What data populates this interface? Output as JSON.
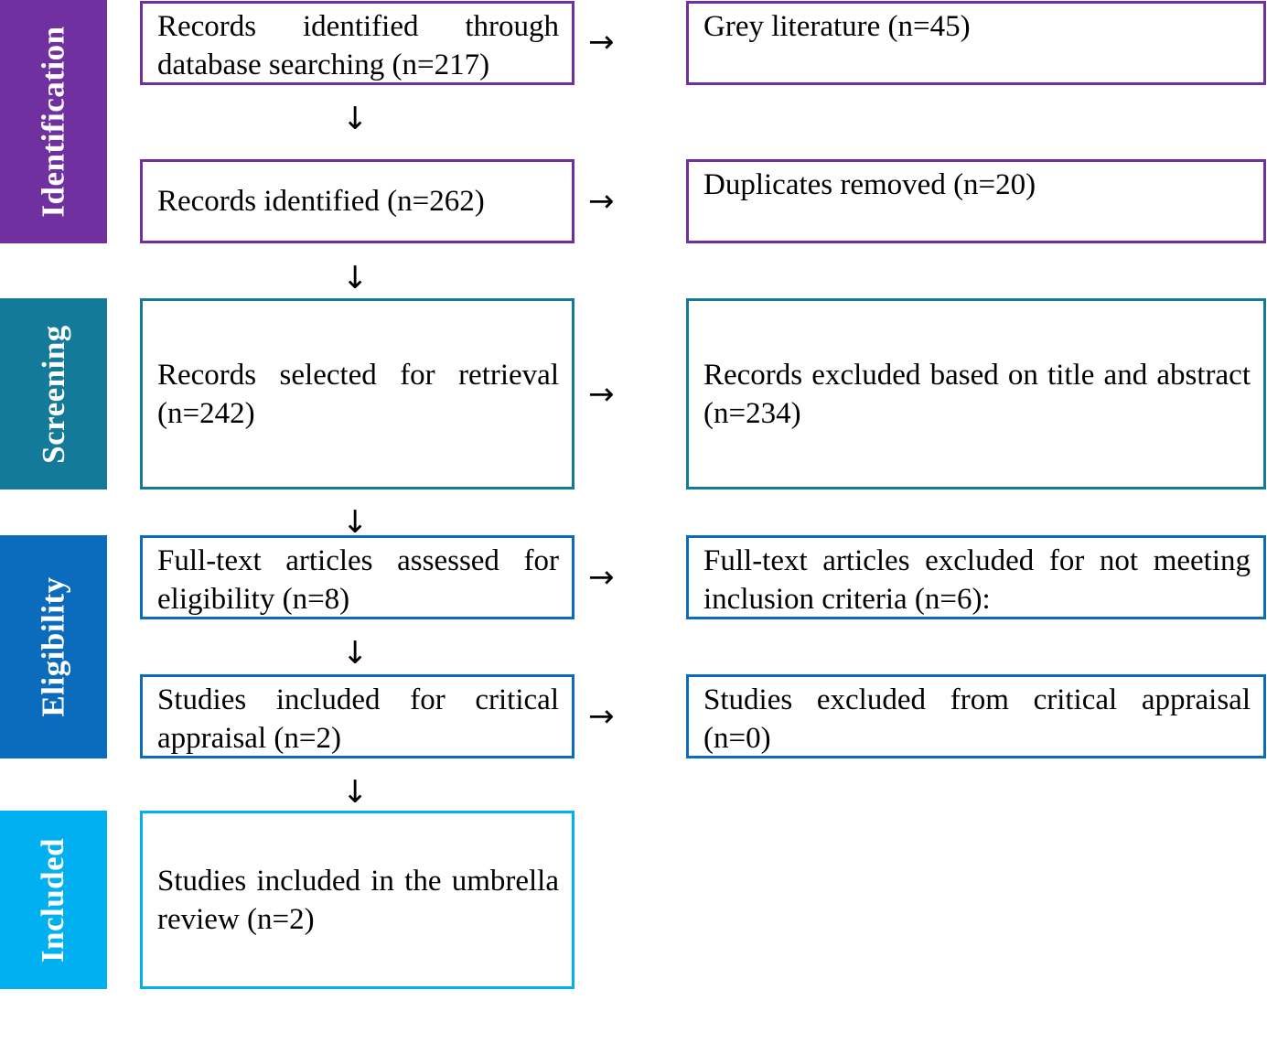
{
  "colors": {
    "identification": "#7030a0",
    "screening": "#147a9a",
    "eligibility": "#0b6bbc",
    "included": "#00b0f0",
    "arrow": "#000000"
  },
  "stages": {
    "identification": "Identification",
    "screening": "Screening",
    "eligibility": "Eligibility",
    "included": "Included"
  },
  "boxes": {
    "db_search": "Records identified through database searching (n=217)",
    "grey_lit": "Grey literature (n=45)",
    "records_identified": "Records identified (n=262)",
    "duplicates": "Duplicates removed (n=20)",
    "selected_retrieval": "Records selected for retrieval (n=242)",
    "excluded_title": "Records excluded based on title and abstract (n=234)",
    "fulltext_assessed": "Full-text articles assessed for eligibility (n=8)",
    "fulltext_excluded": "Full-text articles excluded for not meeting inclusion criteria (n=6):",
    "critical_included": "Studies included for critical appraisal (n=2)",
    "critical_excluded": "Studies excluded from critical appraisal (n=0)",
    "umbrella_included": "Studies included in the umbrella review (n=2)"
  },
  "icons": {
    "arrow_right": "→",
    "arrow_down": "↓"
  }
}
